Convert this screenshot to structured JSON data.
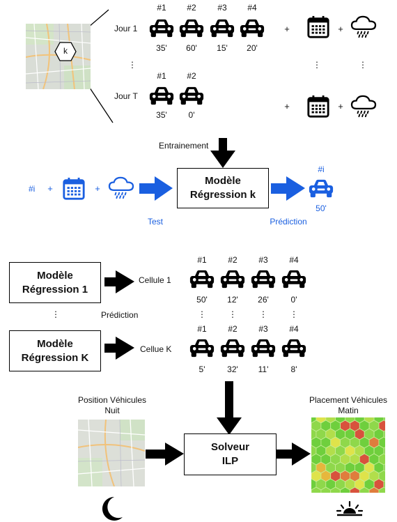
{
  "colors": {
    "black": "#000000",
    "blue": "#1a5fe0"
  },
  "top": {
    "cell_label": "k",
    "day1": {
      "label": "Jour 1",
      "cars": [
        "#1",
        "#2",
        "#3",
        "#4"
      ],
      "times": [
        "35'",
        "60'",
        "15'",
        "20'"
      ]
    },
    "dayT": {
      "label": "Jour T",
      "cars": [
        "#1",
        "#2"
      ],
      "times": [
        "35'",
        "0'"
      ]
    },
    "ellipsis": "⋮",
    "plus": "+",
    "icons": [
      "car-icon",
      "calendar-icon",
      "rain-cloud-icon"
    ]
  },
  "training": {
    "label": "Entrainement",
    "model_line1": "Modèle",
    "model_line2": "Régression k",
    "input_car": "#i",
    "plus": "+",
    "test_label": "Test",
    "prediction_label": "Prédiction",
    "output_car": "#i",
    "output_time": "50'"
  },
  "prediction": {
    "model1_line1": "Modèle",
    "model1_line2": "Régression 1",
    "modelK_line1": "Modèle",
    "modelK_line2": "Régression K",
    "cell1": "Cellule 1",
    "cellK": "Cellue K",
    "prediction_label": "Prédiction",
    "ellipsis": "⋮",
    "row1": {
      "cars": [
        "#1",
        "#2",
        "#3",
        "#4"
      ],
      "times": [
        "50'",
        "12'",
        "26'",
        "0'"
      ]
    },
    "rowK": {
      "cars": [
        "#1",
        "#2",
        "#3",
        "#4"
      ],
      "times": [
        "5'",
        "32'",
        "11'",
        "8'"
      ]
    }
  },
  "solver": {
    "line1": "Solveur",
    "line2": "ILP",
    "night_line1": "Position Véhicules",
    "night_line2": "Nuit",
    "morning_line1": "Placement Véhicules",
    "morning_line2": "Matin",
    "icons": [
      "moon-icon",
      "sunrise-icon"
    ]
  }
}
